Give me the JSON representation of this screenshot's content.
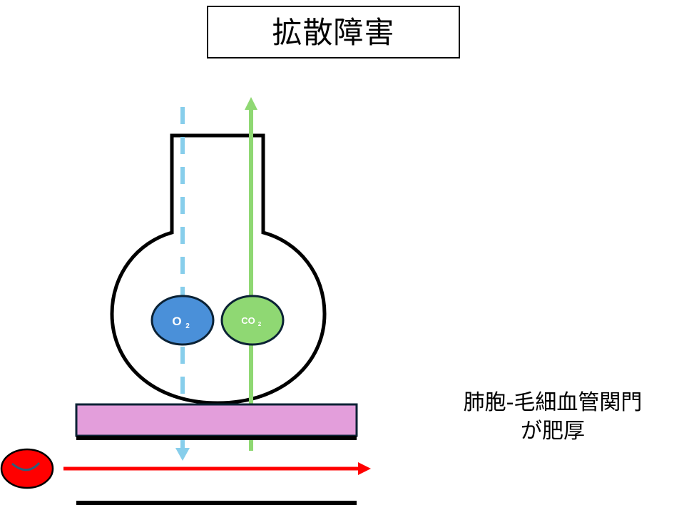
{
  "title": "拡散障害",
  "caption": {
    "line1": "肺胞-毛細血管関門",
    "line2": "が肥厚"
  },
  "gases": {
    "o2": {
      "label": "O",
      "subscript": "2",
      "fill": "#4A90D9",
      "line_color": "#87CEEB",
      "direction": "down",
      "line_style": "dashed"
    },
    "co2": {
      "label": "CO",
      "subscript": "2",
      "fill": "#8FD873",
      "line_color": "#8FD873",
      "direction": "up",
      "line_style": "solid"
    }
  },
  "membrane": {
    "fill": "#E39EDB",
    "state": "thickened"
  },
  "blood_flow": {
    "color": "#FF0000",
    "direction": "right"
  },
  "red_blood_cell": {
    "fill": "#FF0000"
  }
}
